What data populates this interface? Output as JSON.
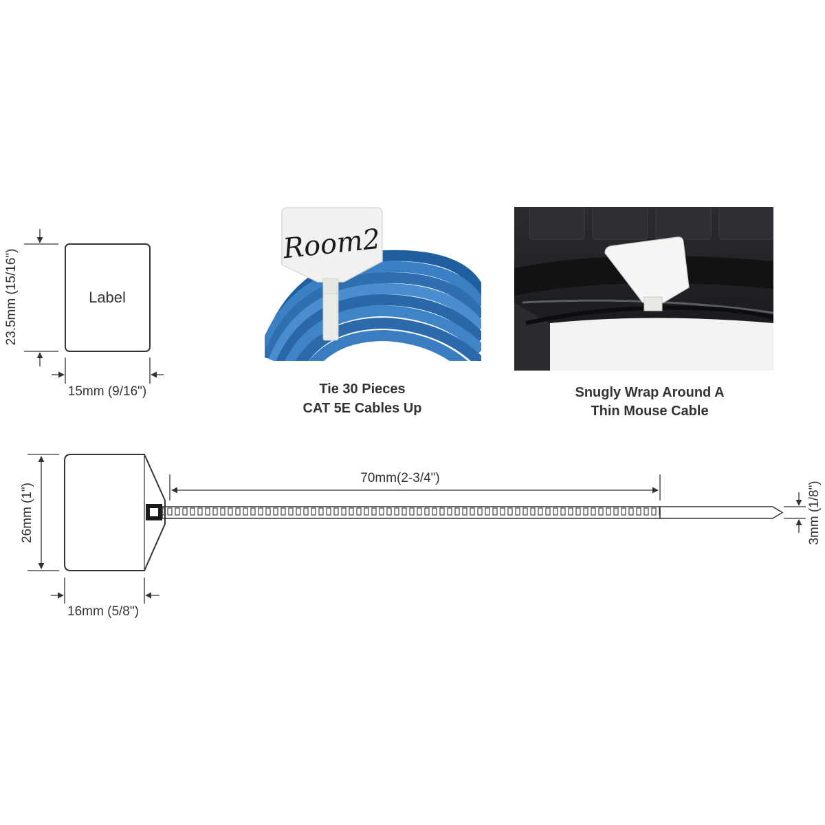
{
  "label_diagram": {
    "label_text": "Label",
    "height_dim": "23.5mm (15/16\")",
    "width_dim": "15mm (9/16\")"
  },
  "photo_cables": {
    "tag_handwriting": "Room2",
    "caption_line1": "Tie 30 Pieces",
    "caption_line2": "CAT 5E Cables Up"
  },
  "photo_mouse": {
    "caption_line1": "Snugly Wrap Around A",
    "caption_line2": "Thin Mouse Cable"
  },
  "tie_diagram": {
    "length_dim": "70mm(2-3/4\")",
    "height_dim": "26mm (1\")",
    "width_dim": "16mm (5/8\")",
    "strap_width_dim": "3mm (1/8\")"
  },
  "colors": {
    "line": "#333333",
    "cable_blue": "#3b7fc4",
    "keyboard_dark": "#1c1d21"
  }
}
